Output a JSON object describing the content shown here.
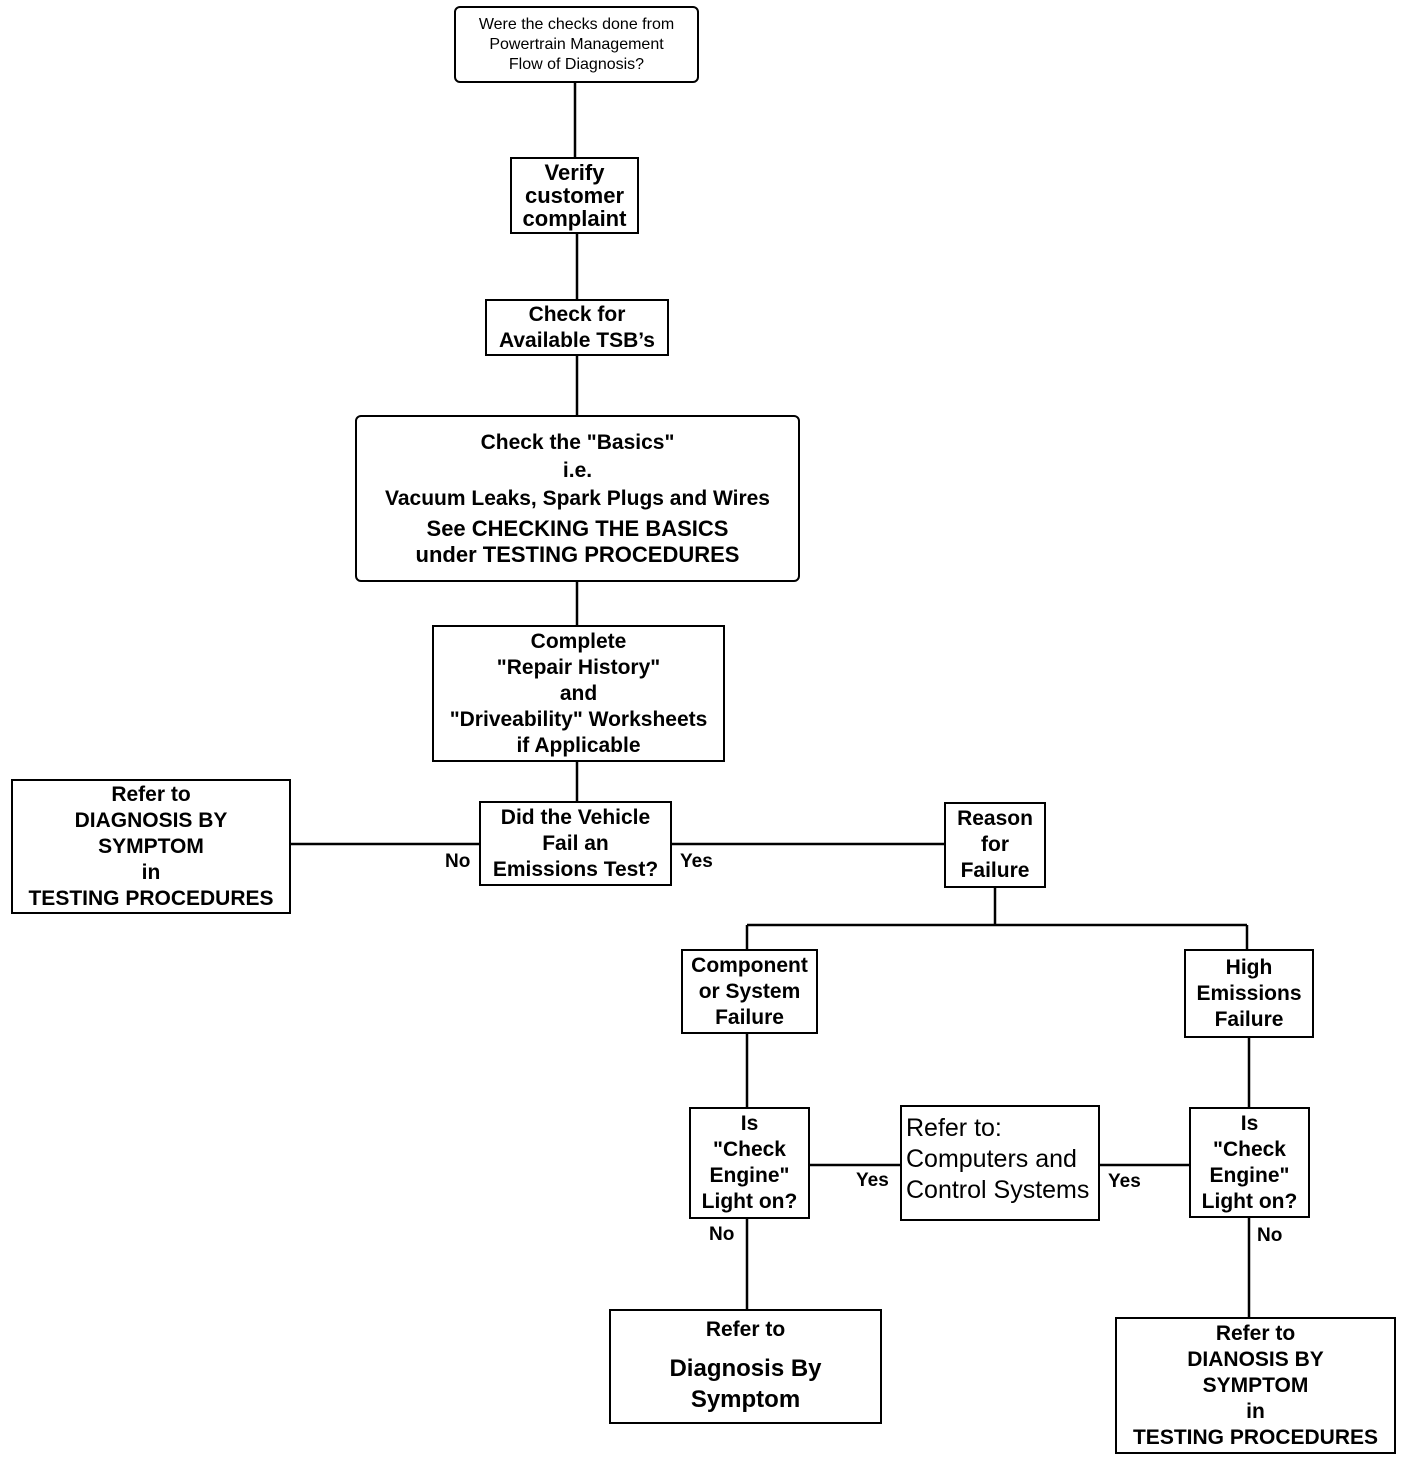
{
  "nodes": {
    "start": {
      "lines": [
        "Were the checks done from",
        "Powertrain Management",
        "Flow of Diagnosis?"
      ]
    },
    "verify": {
      "lines": [
        "Verify",
        "customer",
        "complaint"
      ]
    },
    "tsb": {
      "lines": [
        "Check for",
        "Available TSB’s"
      ]
    },
    "basics_top": {
      "lines": [
        "Check the \"Basics\"",
        "i.e.",
        "Vacuum Leaks, Spark Plugs and Wires"
      ]
    },
    "basics_bottom": {
      "lines": [
        "See CHECKING THE BASICS",
        "under TESTING PROCEDURES"
      ]
    },
    "history": {
      "lines": [
        "Complete",
        "\"Repair History\"",
        "and",
        "\"Driveability\" Worksheets",
        "if Applicable"
      ]
    },
    "emissions_test": {
      "lines": [
        "Did the Vehicle",
        "Fail an",
        "Emissions Test?"
      ]
    },
    "refer_left": {
      "lines": [
        "Refer to",
        "DIAGNOSIS BY",
        "SYMPTOM",
        "in",
        "TESTING PROCEDURES"
      ]
    },
    "reason": {
      "lines": [
        "Reason",
        "for",
        "Failure"
      ]
    },
    "component": {
      "lines": [
        "Component",
        "or System",
        "Failure"
      ]
    },
    "high_emissions": {
      "lines": [
        "High",
        "Emissions",
        "Failure"
      ]
    },
    "check_engine_left": {
      "lines": [
        "Is",
        "\"Check",
        "Engine\"",
        "Light on?"
      ]
    },
    "computers": {
      "lines": [
        "Refer to:",
        "Computers and",
        "Control Systems"
      ]
    },
    "check_engine_right": {
      "lines": [
        "Is",
        "\"Check",
        "Engine\"",
        "Light on?"
      ]
    },
    "refer_bottom_mid_top": {
      "lines": [
        "Refer to"
      ]
    },
    "refer_bottom_mid_main": {
      "lines": [
        "Diagnosis By",
        "Symptom"
      ]
    },
    "refer_bottom_right": {
      "lines": [
        "Refer to",
        "DIANOSIS BY",
        "SYMPTOM",
        "in",
        "TESTING PROCEDURES"
      ]
    }
  },
  "edge_labels": {
    "no_left": "No",
    "yes_right": "Yes",
    "yes_computers_left": "Yes",
    "yes_computers_right": "Yes",
    "no_bottom_left": "No",
    "no_bottom_right": "No"
  }
}
